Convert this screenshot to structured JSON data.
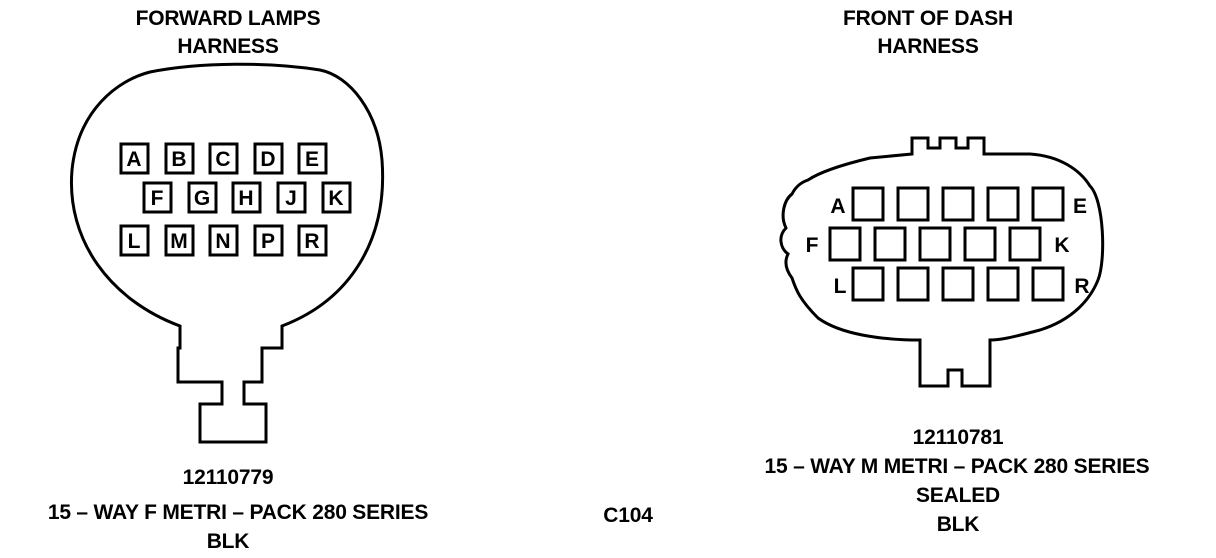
{
  "left_connector": {
    "title_line1": "FORWARD LAMPS",
    "title_line2": "HARNESS",
    "pins_row1": [
      "A",
      "B",
      "C",
      "D",
      "E"
    ],
    "pins_row2": [
      "F",
      "G",
      "H",
      "J",
      "K"
    ],
    "pins_row3": [
      "L",
      "M",
      "N",
      "P",
      "R"
    ],
    "part_number": "12110779",
    "description": "15 – WAY F METRI – PACK 280 SERIES",
    "color": "BLK"
  },
  "center": {
    "connector_id": "C104"
  },
  "right_connector": {
    "title_line1": "FRONT OF DASH",
    "title_line2": "HARNESS",
    "labels": {
      "row1_left": "A",
      "row1_right": "E",
      "row2_left": "F",
      "row2_right": "K",
      "row3_left": "L",
      "row3_right": "R"
    },
    "part_number": "12110781",
    "description": "15 – WAY M METRI – PACK 280 SERIES",
    "sealed": "SEALED",
    "color": "BLK"
  }
}
